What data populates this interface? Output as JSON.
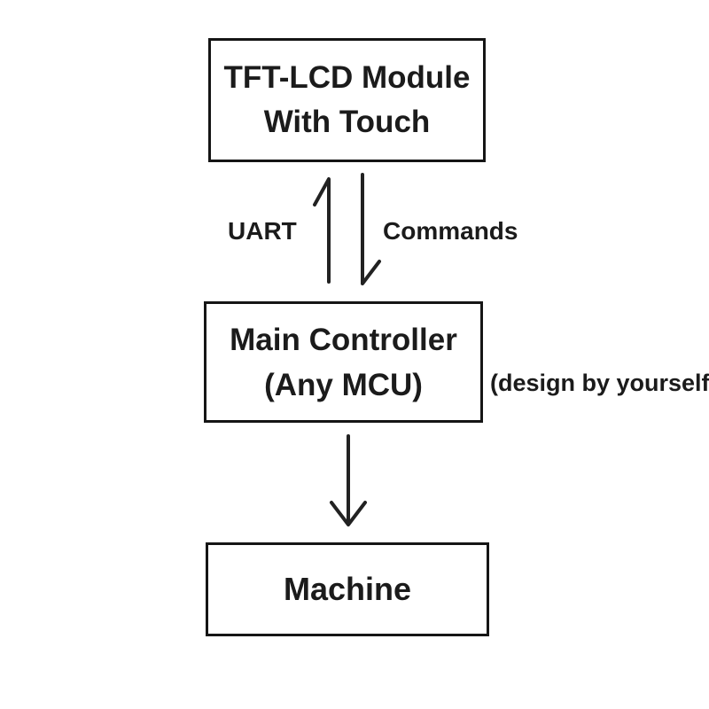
{
  "page": {
    "background_color": "#ffffff",
    "ink_color": "#1b1b1b"
  },
  "diagram": {
    "tft_box": {
      "line1": "TFT-LCD Module",
      "line2": "With Touch"
    },
    "controller_box": {
      "line1": "Main Controller",
      "line2": "(Any MCU)"
    },
    "machine_box": {
      "label": "Machine"
    },
    "uart_label": "UART",
    "commands_label": "Commands",
    "side_note": "(design by yourself)"
  }
}
